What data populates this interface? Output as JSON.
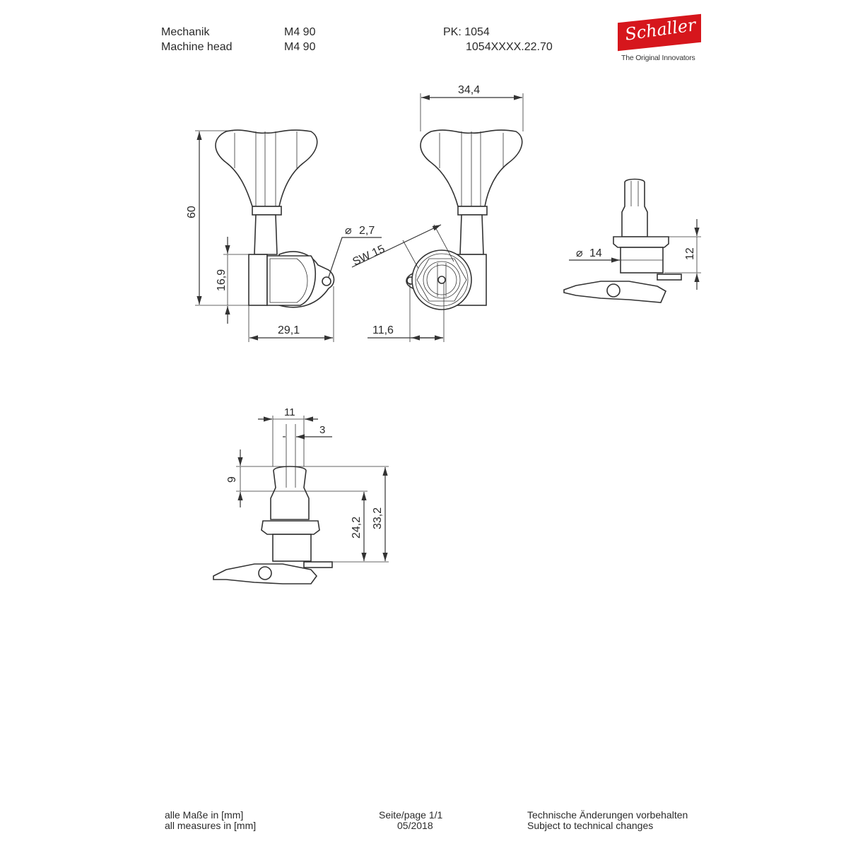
{
  "header": {
    "label_de": "Mechanik",
    "label_en": "Machine head",
    "model_de": "M4 90",
    "model_en": "M4 90",
    "pk": "PK: 1054",
    "article": "1054XXXX.22.70"
  },
  "logo": {
    "brand": "Schaller",
    "tagline": "The Original Innovators",
    "color": "#d6161c"
  },
  "dimensions": {
    "height_total": "60",
    "body_height": "16,9",
    "body_width": "29,1",
    "hole_diameter": "2,7",
    "wrench_size": "SW 15",
    "width_total": "34,4",
    "hole_offset": "11,6",
    "bushing_diameter": "14",
    "bushing_height": "12",
    "post_diameter": "11",
    "slot_width": "3",
    "post_top": "9",
    "post_height": "24,2",
    "overall_post": "33,2"
  },
  "footer": {
    "units_de": "alle Maße in [mm]",
    "units_en": "all measures in [mm]",
    "page": "Seite/page 1/1",
    "date": "05/2018",
    "note_de": "Technische Änderungen vorbehalten",
    "note_en": "Subject to technical changes"
  }
}
